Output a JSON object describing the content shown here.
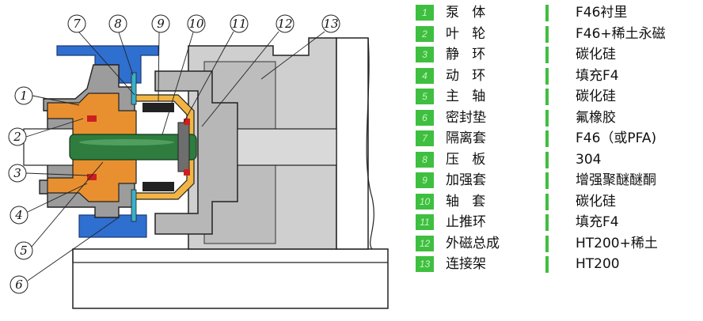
{
  "callouts_left": [
    "1",
    "2",
    "3",
    "4",
    "5",
    "6"
  ],
  "callouts_top": [
    "7",
    "8",
    "9",
    "10",
    "11",
    "12",
    "13"
  ],
  "parts": [
    {
      "num": "1",
      "name": "泵   体",
      "material": "F46衬里"
    },
    {
      "num": "2",
      "name": "叶   轮",
      "material": "F46+稀土永磁"
    },
    {
      "num": "3",
      "name": "静   环",
      "material": "碳化硅"
    },
    {
      "num": "4",
      "name": "动   环",
      "material": "填充F4"
    },
    {
      "num": "5",
      "name": "主   轴",
      "material": "碳化硅"
    },
    {
      "num": "6",
      "name": "密封垫",
      "material": "氟橡胶"
    },
    {
      "num": "7",
      "name": "隔离套",
      "material": "F46（或PFA)"
    },
    {
      "num": "8",
      "name": "压   板",
      "material": "304"
    },
    {
      "num": "9",
      "name": "加强套",
      "material": "增强聚醚醚酮"
    },
    {
      "num": "10",
      "name": "轴   套",
      "material": "碳化硅"
    },
    {
      "num": "11",
      "name": "止推环",
      "material": "填充F4"
    },
    {
      "num": "12",
      "name": "外磁总成",
      "material": "HT200+稀土"
    },
    {
      "num": "13",
      "name": "连接架",
      "material": "HT200"
    }
  ],
  "colors": {
    "accent_green": "#3fbf3f",
    "casing_blue": "#2f6fd0",
    "liner_orange": "#e89030",
    "shaft_green": "#2e7d3e",
    "frame_gray": "#c9c9c9"
  }
}
